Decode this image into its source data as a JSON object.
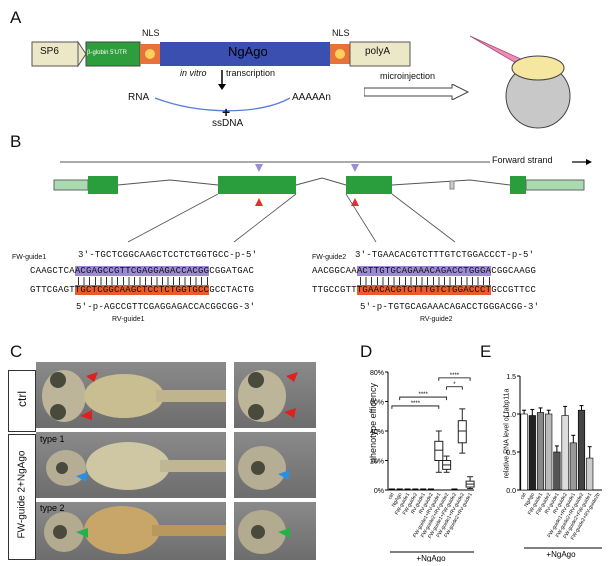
{
  "panels": {
    "a": "A",
    "b": "B",
    "c": "C",
    "d": "D",
    "e": "E"
  },
  "panel_a": {
    "sp6": "SP6",
    "utr": "β-globin 5'UTR",
    "nls_left": "NLS",
    "ngago": "NgAgo",
    "nls_right": "NLS",
    "polya": "polyA",
    "in_vitro": "in vitro",
    "transcription": "transcription",
    "rna": "RNA",
    "polya_tail": "AAAAAn",
    "plus": "+",
    "ssdna": "ssDNA",
    "microinjection": "microinjection"
  },
  "panel_b": {
    "forward_strand": "Forward strand",
    "fw_guide1_label": "FW-guide1",
    "fw_guide1_seq": "3'-TGCTCGGCAAGCTCCTCTGGTGCC-p-5'",
    "left_top_pre": "CAAGCTCA",
    "left_top_hl": "ACGAGCCGTTCGAGGAGACCACGG",
    "left_top_post": "CGGATGAC",
    "left_bot_pre": "GTTCGAGT",
    "left_bot_hl": "TGCTCGGCAAGCTCCTCTGGTGCC",
    "left_bot_post": "GCCTACTG",
    "rv_guide1_seq": "5'-p-AGCCGTTCGAGGAGACCACGGCGG-3'",
    "rv_guide1_label": "RV-guide1",
    "fw_guide2_label": "FW-guide2",
    "fw_guide2_seq": "3'-TGAACACGTCTTTGTCTGGACCCT-p-5'",
    "right_top_pre": "AACGGCAA",
    "right_top_hl": "ACTTGTGCAGAAACAGACCTGGGA",
    "right_top_post": "CGGCAAGG",
    "right_bot_pre": "TTGCCGTT",
    "right_bot_hl": "TGAACACGTCTTTGTCTGGACCCT",
    "right_bot_post": "GCCGTTCC",
    "rv_guide2_seq": "5'-p-TGTGCAGAAACAGACCTGGGACGG-3'",
    "rv_guide2_label": "RV-guide2"
  },
  "panel_c": {
    "ctrl": "ctrl",
    "group": "FW-guide 2+NgAgo",
    "type1": "type 1",
    "type2": "type 2"
  },
  "panel_d": {
    "ylabel": "phenotype efficency",
    "group_label": "+NgAgo",
    "significance": [
      "****",
      "****",
      "*",
      "****"
    ],
    "colors": {
      "box": "#222222"
    }
  },
  "panel_e": {
    "ylabel": "relative RNA level of fabp11a",
    "group_label": "+NgAgo"
  },
  "chart_data": [
    {
      "type": "box",
      "panel": "D",
      "ylabel": "phenotype efficency",
      "ylim": [
        0,
        80
      ],
      "yticks": [
        "0%",
        "20%",
        "40%",
        "60%",
        "80%"
      ],
      "categories": [
        "ctrl",
        "NgAgo",
        "FW-guide1",
        "FW-guide2",
        "RV-guide1",
        "RV-guide2",
        "FW-guide1+RV-guide1",
        "FW-guide2+RV-guide2",
        "FW-guide1+FW-guide2",
        "FW-guide1+RV-guide2",
        "FW-guide2+RV-guide1"
      ],
      "boxes": [
        {
          "min": 0,
          "q1": 0,
          "median": 0,
          "q3": 0,
          "max": 0
        },
        {
          "min": 0,
          "q1": 0,
          "median": 0,
          "q3": 0,
          "max": 0
        },
        {
          "min": 0,
          "q1": 0,
          "median": 0,
          "q3": 0,
          "max": 0
        },
        {
          "min": 0,
          "q1": 0,
          "median": 0,
          "q3": 0,
          "max": 0
        },
        {
          "min": 0,
          "q1": 0,
          "median": 0,
          "q3": 0,
          "max": 0
        },
        {
          "min": 0,
          "q1": 0,
          "median": 0,
          "q3": 0,
          "max": 0
        },
        {
          "min": 12,
          "q1": 20,
          "median": 27,
          "q3": 33,
          "max": 40
        },
        {
          "min": 12,
          "q1": 14,
          "median": 17,
          "q3": 20,
          "max": 23
        },
        {
          "min": 0,
          "q1": 0,
          "median": 0,
          "q3": 0,
          "max": 0
        },
        {
          "min": 25,
          "q1": 32,
          "median": 40,
          "q3": 47,
          "max": 55
        },
        {
          "min": 1,
          "q1": 2,
          "median": 4,
          "q3": 6,
          "max": 9
        }
      ]
    },
    {
      "type": "bar",
      "panel": "E",
      "ylabel": "relative RNA level of fabp11a",
      "ylim": [
        0,
        1.5
      ],
      "yticks": [
        "0.0",
        "0.5",
        "1.0",
        "1.5"
      ],
      "categories": [
        "ctrl",
        "NgAgo",
        "FW-guide1",
        "FW-guide2",
        "RV-guide1",
        "RV-guide2",
        "FW-guide1+RV-guide1",
        "FW-guide2+RV-guide2",
        "FW-guide2+FW-guide1",
        "FW-guide2+RV-guide2b"
      ],
      "values": [
        1.0,
        0.98,
        1.02,
        1.0,
        0.5,
        0.98,
        0.62,
        1.05,
        0.42,
        0.0
      ],
      "errors": [
        0.05,
        0.08,
        0.06,
        0.05,
        0.08,
        0.12,
        0.1,
        0.06,
        0.15,
        0.0
      ]
    }
  ]
}
